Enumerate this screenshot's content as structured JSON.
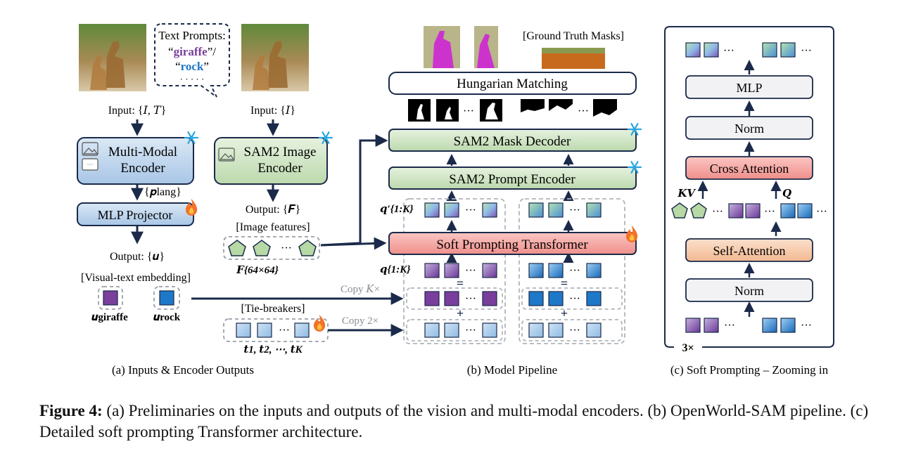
{
  "panel_a": {
    "text_prompts_title": "Text Prompts:",
    "prompt_giraffe": "giraffe",
    "prompt_rock": "rock",
    "prompt_ellipsis": "· · · · ·",
    "input_it": "Input: {𝐼, 𝑇}",
    "input_i": "Input: {𝐼}",
    "mm_encoder_line1": "Multi-Modal",
    "mm_encoder_line2": "Encoder",
    "sam2_image_encoder_line1": "SAM2 Image",
    "sam2_image_encoder_line2": "Encoder",
    "p_lang_label": "{𝒑lang}",
    "mlp_projector": "MLP Projector",
    "output_u": "Output: {𝒖}",
    "output_f": "Output: {𝑭}",
    "image_features": "[Image features]",
    "f_dims": "𝑭{64×64}",
    "visual_text_embedding": "[Visual-text embedding]",
    "u_giraffe": "𝒖giraffe",
    "u_rock": "𝒖rock",
    "tie_breakers": "[Tie-breakers]",
    "t_list": "𝒕1,  𝒕2, ⋯, 𝒕K",
    "caption": "(a) Inputs & Encoder Outputs",
    "ellipsis": "···"
  },
  "panel_b": {
    "ground_truth_masks": "[Ground Truth Masks]",
    "hungarian_matching": "Hungarian Matching",
    "sam2_mask_decoder": "SAM2 Mask Decoder",
    "sam2_prompt_encoder": "SAM2 Prompt Encoder",
    "soft_prompting_transformer": "Soft Prompting Transformer",
    "q_prime_label": "𝒒′{1:K}",
    "q_label": "𝒒{1:K}",
    "copy_k": "Copy 𝐾×",
    "copy_2": "Copy 2×",
    "equals": "=",
    "plus": "+",
    "caption": "(b) Model Pipeline"
  },
  "panel_c": {
    "mlp": "MLP",
    "norm_top": "Norm",
    "cross_attention": "Cross Attention",
    "kv": "𝑲𝑽",
    "q": "𝑸",
    "self_attention": "Self-Attention",
    "norm_bottom": "Norm",
    "repeat": "3×",
    "caption": "(c) Soft Prompting – Zooming in"
  },
  "figure_caption": {
    "label": "Figure 4:",
    "text": " (a) Preliminaries on the inputs and outputs of the vision and multi-modal encoders. (b) OpenWorld-SAM pipeline. (c) Detailed soft prompting Transformer architecture."
  },
  "colors": {
    "blue_box": "#c5d9ee",
    "green_box": "#dbebd3",
    "pink_box": "#f4a7a5",
    "peach_box": "#f6cfb5",
    "gray_box": "#f2f2f4",
    "purple_token": "#7a3e9d",
    "blue_token": "#1e78c8",
    "light_blue_token": "#a9cbe8",
    "pentagon_green": "#b6d9a5",
    "navy": "#1b2a4a",
    "prompt_purple": "#7a3e9d",
    "prompt_blue": "#1e78c8"
  }
}
